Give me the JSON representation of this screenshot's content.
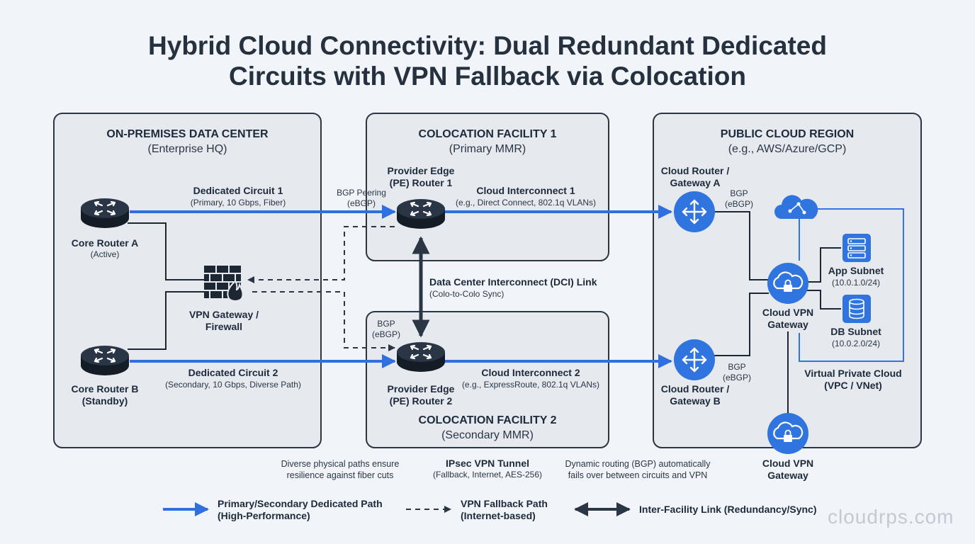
{
  "title": {
    "line1": "Hybrid Cloud Connectivity: Dual Redundant Dedicated",
    "line2": "Circuits with VPN Fallback via Colocation"
  },
  "panels": {
    "onprem": {
      "heading": "ON-PREMISES DATA CENTER",
      "sub": "(Enterprise HQ)"
    },
    "colo1": {
      "heading": "COLOCATION FACILITY 1",
      "sub": "(Primary MMR)"
    },
    "colo2": {
      "heading": "COLOCATION FACILITY 2",
      "sub": "(Secondary MMR)"
    },
    "cloud": {
      "heading": "PUBLIC CLOUD REGION",
      "sub": "(e.g., AWS/Azure/GCP)"
    }
  },
  "nodes": {
    "core_a": {
      "name": "Core Router A",
      "sub": "(Active)"
    },
    "core_b": {
      "name": "Core Router B",
      "sub": "(Standby)"
    },
    "firewall": {
      "line1": "VPN Gateway /",
      "line2": "Firewall"
    },
    "pe1": {
      "line1": "Provider Edge",
      "line2": "(PE) Router 1"
    },
    "pe2": {
      "line1": "Provider Edge",
      "line2": "(PE) Router 2"
    },
    "cr_a": {
      "line1": "Cloud Router /",
      "line2": "Gateway A"
    },
    "cr_b": {
      "line1": "Cloud Router /",
      "line2": "Gateway B"
    },
    "vpn_gw_1": {
      "line1": "Cloud VPN",
      "line2": "Gateway"
    },
    "vpn_gw_2": {
      "line1": "Cloud VPN",
      "line2": "Gateway"
    },
    "app_subnet": {
      "name": "App Subnet",
      "cidr": "(10.0.1.0/24)"
    },
    "db_subnet": {
      "name": "DB Subnet",
      "cidr": "(10.0.2.0/24)"
    },
    "vpc": {
      "line1": "Virtual Private Cloud",
      "line2": "(VPC / VNet)"
    }
  },
  "links": {
    "dc1": {
      "name": "Dedicated Circuit 1",
      "sub": "(Primary, 10 Gbps, Fiber)"
    },
    "dc2": {
      "name": "Dedicated Circuit 2",
      "sub": "(Secondary, 10 Gbps, Diverse Path)"
    },
    "bgp_peering": {
      "line1": "BGP Peering",
      "line2": "(eBGP)"
    },
    "ci1": {
      "name": "Cloud Interconnect 1",
      "sub": "(e.g., Direct Connect, 802.1q VLANs)"
    },
    "ci2": {
      "name": "Cloud Interconnect 2",
      "sub": "(e.g., ExpressRoute, 802.1q VLANs)"
    },
    "bgp_pe2": {
      "line1": "BGP",
      "line2": "(eBGP)"
    },
    "bgp_cr_a": {
      "line1": "BGP",
      "line2": "(eBGP)"
    },
    "bgp_cr_b": {
      "line1": "BGP",
      "line2": "(eBGP)"
    },
    "dci": {
      "name": "Data Center Interconnect (DCI) Link",
      "sub": "(Colo-to-Colo Sync)"
    }
  },
  "notes": {
    "diverse": {
      "line1": "Diverse physical paths ensure",
      "line2": "resilience against fiber cuts"
    },
    "ipsec": {
      "name": "IPsec VPN Tunnel",
      "sub": "(Fallback, Internet, AES-256)"
    },
    "dynamic": {
      "line1": "Dynamic routing (BGP) automatically",
      "line2": "fails over between circuits and VPN"
    }
  },
  "legend": {
    "primary": {
      "line1": "Primary/Secondary Dedicated Path",
      "line2": "(High-Performance)"
    },
    "vpn": {
      "line1": "VPN Fallback Path",
      "line2": "(Internet-based)"
    },
    "inter": {
      "line1": "Inter-Facility Link (Redundancy/Sync)"
    }
  },
  "watermark": "cloudrps.com",
  "colors": {
    "background": "#f1f4f8",
    "panel_fill": "#e6e9ee",
    "panel_border": "#2b3644",
    "dedicated_path": "#2f6fe0",
    "dark_node": "#1d2734",
    "cloud_blue": "#2f74df",
    "text": "#1c2a3b"
  },
  "icons": [
    "router-icon",
    "firewall-brick-icon",
    "flame-icon",
    "cloud-router-icon",
    "cloud-lock-icon",
    "server-icon",
    "database-icon",
    "cloud-network-icon"
  ]
}
